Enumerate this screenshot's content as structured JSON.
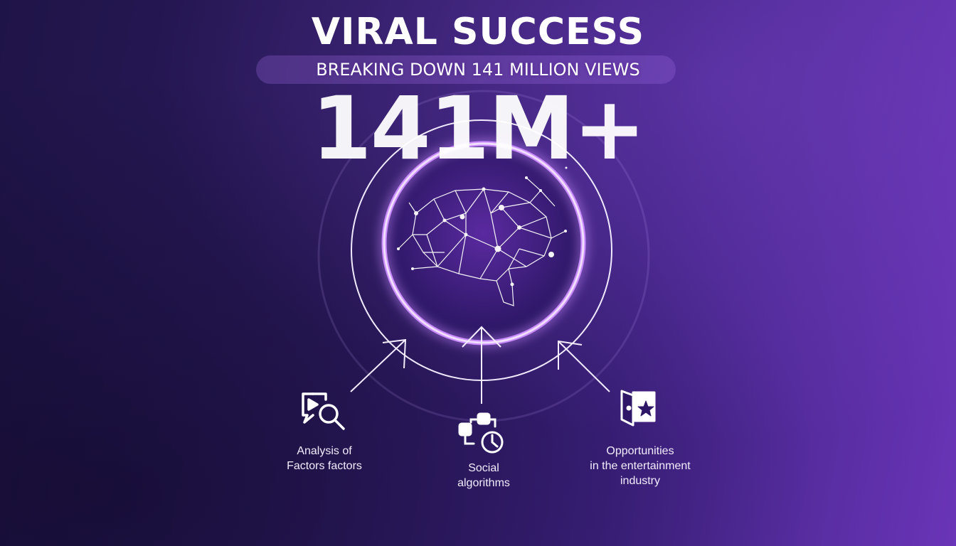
{
  "title": "VIRAL SUCCESS",
  "big_number": "141M+",
  "subtitle": "BREAKING DOWN 141 MILLION VIEWS",
  "colors": {
    "background": "#2b1a5e",
    "accent": "#b77bff",
    "text": "#ffffff"
  },
  "factors": [
    {
      "icon": "video-search-icon",
      "label_lines": [
        "Analysis of",
        "Factors factors"
      ]
    },
    {
      "icon": "social-clock-icon",
      "label_lines": [
        "Social",
        "algorithms"
      ]
    },
    {
      "icon": "door-star-icon",
      "label_lines": [
        "Opportunities",
        "in the entertainment",
        "industry"
      ]
    }
  ],
  "center_icon": "brain-network-icon"
}
